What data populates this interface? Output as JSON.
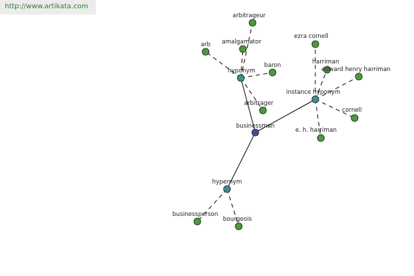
{
  "url_bar": {
    "text": "http://www.artikata.com"
  },
  "colors": {
    "center": "#3f4f9c",
    "category": "#3f8f8c",
    "leaf": "#4c9a3c",
    "url_text": "#2e7d32"
  },
  "graph": {
    "nodes": [
      {
        "id": "businessman",
        "label": "businessman",
        "kind": "center"
      },
      {
        "id": "hyponym",
        "label": "hyponym",
        "kind": "category"
      },
      {
        "id": "instance-hyponym",
        "label": "instance hyponym",
        "kind": "category"
      },
      {
        "id": "hypernym",
        "label": "hypernym",
        "kind": "category"
      },
      {
        "id": "arbitrageur",
        "label": "arbitrageur",
        "kind": "leaf"
      },
      {
        "id": "amalgamator",
        "label": "amalgamator",
        "kind": "leaf"
      },
      {
        "id": "arb",
        "label": "arb",
        "kind": "leaf"
      },
      {
        "id": "baron",
        "label": "baron",
        "kind": "leaf"
      },
      {
        "id": "arbitrager",
        "label": "arbitrager",
        "kind": "leaf"
      },
      {
        "id": "ezra-cornell",
        "label": "ezra cornell",
        "kind": "leaf"
      },
      {
        "id": "harriman",
        "label": "harriman",
        "kind": "leaf"
      },
      {
        "id": "edward-henry-harriman",
        "label": "edward henry harriman",
        "kind": "leaf"
      },
      {
        "id": "cornell",
        "label": "cornell",
        "kind": "leaf"
      },
      {
        "id": "e-h-harriman",
        "label": "e. h. harriman",
        "kind": "leaf"
      },
      {
        "id": "businessperson",
        "label": "businessperson",
        "kind": "leaf"
      },
      {
        "id": "bourgeois",
        "label": "bourgeois",
        "kind": "leaf"
      }
    ],
    "edges": [
      {
        "from": "businessman",
        "to": "hyponym",
        "style": "solid"
      },
      {
        "from": "businessman",
        "to": "instance-hyponym",
        "style": "solid"
      },
      {
        "from": "businessman",
        "to": "hypernym",
        "style": "solid"
      },
      {
        "from": "hyponym",
        "to": "arbitrageur",
        "style": "dashed"
      },
      {
        "from": "hyponym",
        "to": "amalgamator",
        "style": "dashed"
      },
      {
        "from": "hyponym",
        "to": "arb",
        "style": "dashed"
      },
      {
        "from": "hyponym",
        "to": "baron",
        "style": "dashed"
      },
      {
        "from": "hyponym",
        "to": "arbitrager",
        "style": "dashed"
      },
      {
        "from": "instance-hyponym",
        "to": "ezra-cornell",
        "style": "dashed"
      },
      {
        "from": "instance-hyponym",
        "to": "harriman",
        "style": "dashed"
      },
      {
        "from": "instance-hyponym",
        "to": "edward-henry-harriman",
        "style": "dashed"
      },
      {
        "from": "instance-hyponym",
        "to": "cornell",
        "style": "dashed"
      },
      {
        "from": "instance-hyponym",
        "to": "e-h-harriman",
        "style": "dashed"
      },
      {
        "from": "hypernym",
        "to": "businessperson",
        "style": "dashed"
      },
      {
        "from": "hypernym",
        "to": "bourgeois",
        "style": "dashed"
      }
    ]
  }
}
